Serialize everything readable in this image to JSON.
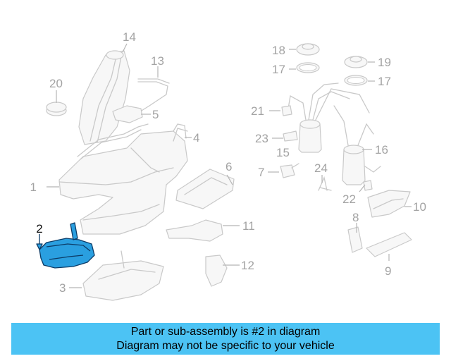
{
  "diagram": {
    "callouts": [
      {
        "num": "1"
      },
      {
        "num": "2"
      },
      {
        "num": "3"
      },
      {
        "num": "4"
      },
      {
        "num": "5"
      },
      {
        "num": "6"
      },
      {
        "num": "7"
      },
      {
        "num": "8"
      },
      {
        "num": "9"
      },
      {
        "num": "10"
      },
      {
        "num": "11"
      },
      {
        "num": "12"
      },
      {
        "num": "13"
      },
      {
        "num": "14"
      },
      {
        "num": "15"
      },
      {
        "num": "16"
      },
      {
        "num": "17"
      },
      {
        "num": "17"
      },
      {
        "num": "18"
      },
      {
        "num": "19"
      },
      {
        "num": "20"
      },
      {
        "num": "21"
      },
      {
        "num": "22"
      },
      {
        "num": "23"
      },
      {
        "num": "24"
      }
    ],
    "highlighted_part": "2",
    "highlight_color": "#2a9fe0",
    "outline_color": "#c9c9c9"
  },
  "banner": {
    "line1": "Part or sub-assembly is #2 in diagram",
    "line2": "Diagram may not be specific to your vehicle",
    "background": "#4cc3f4"
  }
}
